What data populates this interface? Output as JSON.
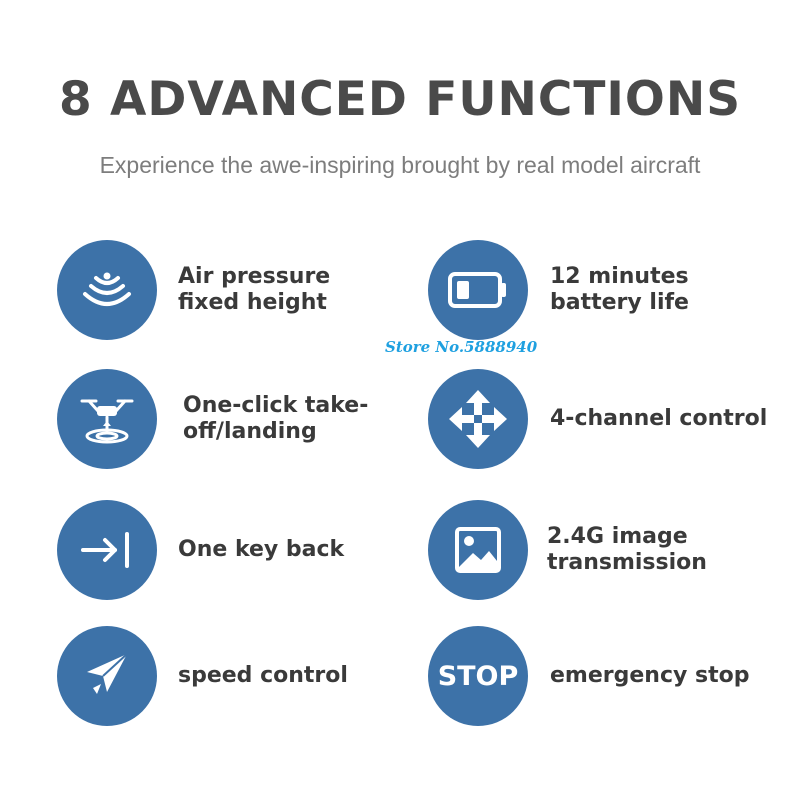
{
  "header": {
    "title": "8 ADVANCED FUNCTIONS",
    "subtitle": "Experience the awe-inspiring brought by real model aircraft"
  },
  "watermark": "Store No.5888940",
  "accent_color": "#3d72a8",
  "features": [
    {
      "icon": "signal-waves-icon",
      "label": "Air pressure\nfixed height"
    },
    {
      "icon": "battery-icon",
      "label": "12 minutes\nbattery life"
    },
    {
      "icon": "drone-landing-icon",
      "label": "One-click take-\noff/landing"
    },
    {
      "icon": "four-way-arrows-icon",
      "label": "4-channel control"
    },
    {
      "icon": "arrow-to-bar-icon",
      "label": "One key back"
    },
    {
      "icon": "image-icon",
      "label": "2.4G image\ntransmission"
    },
    {
      "icon": "paper-plane-icon",
      "label": "speed control"
    },
    {
      "icon": "stop-sign-icon",
      "icon_text": "STOP",
      "label": "emergency stop"
    }
  ]
}
